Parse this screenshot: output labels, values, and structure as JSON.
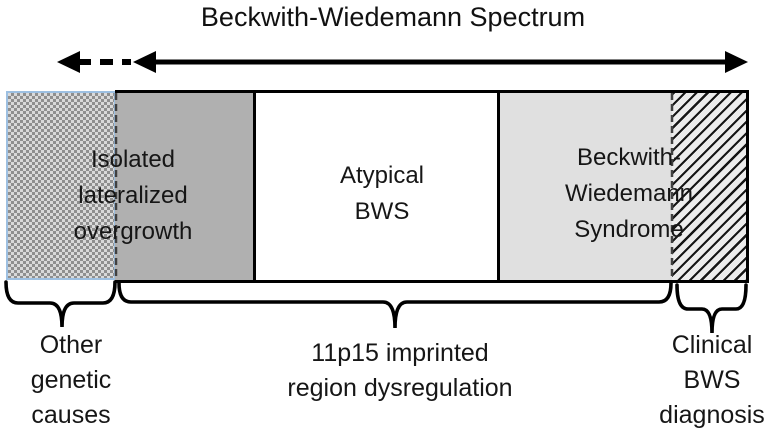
{
  "title": "Beckwith-Wiedemann Spectrum",
  "spectrum_bar": {
    "sections": [
      {
        "id": "other-genetic-causes-region",
        "label": "",
        "pattern": "gray-checkerboard",
        "border_color": "#9dc0e2"
      },
      {
        "id": "isolated-lateralized-overgrowth",
        "label": "Isolated\nlateralized\novergrowth",
        "fill": "#b0b0b0"
      },
      {
        "id": "atypical-bws",
        "label": "Atypical\nBWS",
        "fill": "#ffffff"
      },
      {
        "id": "beckwith-wiedemann-syndrome",
        "label": "Beckwith-\nWiedemann\nSyndrome",
        "fill": "#e0e0e0"
      },
      {
        "id": "clinical-bws-diagnosis-region",
        "label": "",
        "pattern": "black-diagonal-hatch",
        "hatch_bg": "#ececec"
      }
    ],
    "boundary_style": {
      "solid_dividers": "#000000",
      "dashed_dividers": "#404040"
    }
  },
  "arrows": {
    "dashed_arrow": "left-pointing dashed arrow over other-genetic-causes region",
    "solid_arrow": "double-headed solid arrow spanning 11p15 region"
  },
  "brace_labels": [
    {
      "id": "other-genetic-causes",
      "label": "Other\ngenetic\ncauses"
    },
    {
      "id": "11p15-imprinted-region-dysregulation",
      "label": "11p15 imprinted\nregion dysregulation"
    },
    {
      "id": "clinical-bws-diagnosis",
      "label": "Clinical\nBWS\ndiagnosis"
    }
  ],
  "colors": {
    "text": "#161616",
    "bar_border": "#000000",
    "mid_gray_fill": "#b0b0b0",
    "light_gray_fill": "#e0e0e0",
    "checker_dark": "#8f8f8f",
    "checker_light": "#d9d9d9",
    "checker_border_blue": "#9dc0e2",
    "hatch_background": "#ececec"
  }
}
